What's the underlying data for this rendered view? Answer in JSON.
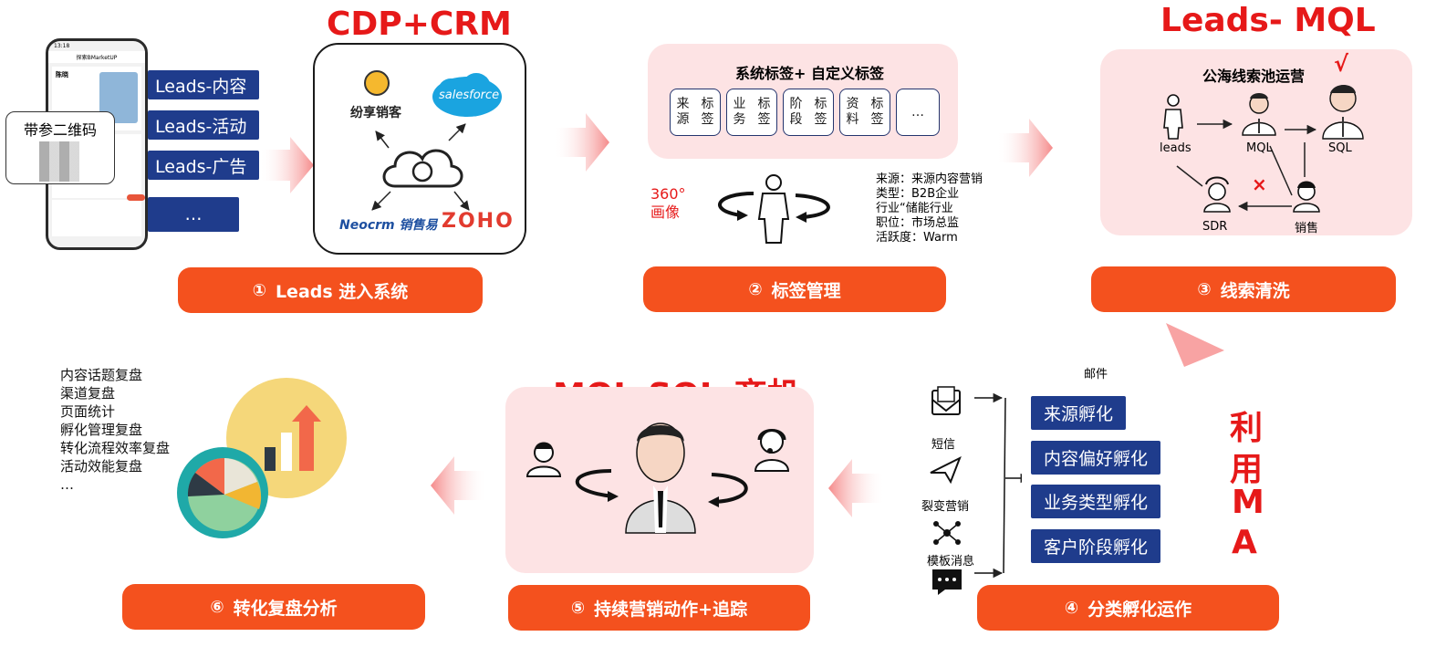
{
  "titles": {
    "cdp_crm": "CDP+CRM",
    "leads_mql": "Leads- MQL",
    "mql_sql": "MQL-SQL-商机"
  },
  "steps": [
    {
      "num": "①",
      "label": "Leads 进入系统"
    },
    {
      "num": "②",
      "label": "标签管理"
    },
    {
      "num": "③",
      "label": "线索清洗"
    },
    {
      "num": "④",
      "label": "分类孵化运作"
    },
    {
      "num": "⑤",
      "label": "持续营销动作+追踪"
    },
    {
      "num": "⑥",
      "label": "转化复盘分析"
    }
  ],
  "step1": {
    "qr_label": "带参二维码",
    "leads_tags": [
      "Leads-内容",
      "Leads-活动",
      "Leads-广告",
      "…"
    ],
    "crm_logos": [
      "纷享销客",
      "salesforce",
      "Neocrm 销售易",
      "ZOHO"
    ]
  },
  "step2": {
    "header": "系统标签+ 自定义标签",
    "tags": [
      [
        "来源",
        "标签"
      ],
      [
        "业务",
        "标签"
      ],
      [
        "阶段",
        "标签"
      ],
      [
        "资料",
        "标签"
      ],
      [
        "…",
        ""
      ]
    ],
    "portrait_label_1": "360°",
    "portrait_label_2": "画像",
    "profile_lines": [
      "来源：来源内容营销",
      "类型：B2B企业",
      "行业“储能行业",
      "职位：市场总监",
      "活跃度：Warm"
    ]
  },
  "step3": {
    "header": "公海线索池运营",
    "check": "√",
    "cross": "×",
    "nodes": {
      "leads": "leads",
      "mql": "MQL",
      "sql": "SQL",
      "sdr": "SDR",
      "sales": "销售"
    }
  },
  "step4": {
    "channels": [
      "邮件",
      "短信",
      "裂变营销",
      "模板消息"
    ],
    "incubations": [
      "来源孵化",
      "内容偏好孵化",
      "业务类型孵化",
      "客户阶段孵化"
    ],
    "ma_chars": [
      "利",
      "用",
      "M",
      "A"
    ]
  },
  "step6": {
    "review_items": [
      "内容话题复盘",
      "渠道复盘",
      "页面统计",
      "孵化管理复盘",
      "转化流程效率复盘",
      "活动效能复盘",
      "…"
    ]
  },
  "phone": {
    "time": "13:18",
    "app_title": "探索BMarketUP",
    "name": "陈晓"
  },
  "colors": {
    "accent_orange": "#f4511e",
    "title_red": "#e61919",
    "tag_blue": "#1f3c8c",
    "pink_bg": "#fde3e4",
    "arrow_pink": "#f69b9b"
  }
}
